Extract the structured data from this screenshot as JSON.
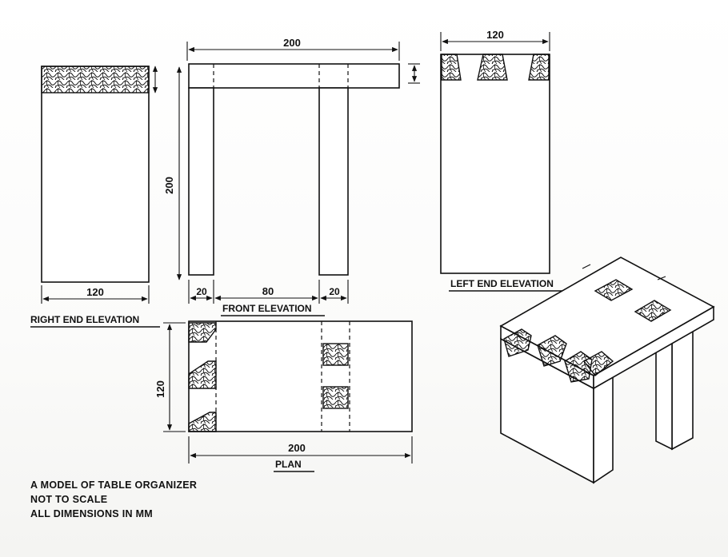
{
  "dimensions": {
    "front_width": "200",
    "front_height": "200",
    "end_width": "120",
    "leg_left": "20",
    "leg_gap": "80",
    "leg_right": "20",
    "plan_width": "200",
    "plan_depth": "120",
    "right_end_width": "120"
  },
  "labels": {
    "right_end": "RIGHT  END ELEVATION",
    "front": "FRONT  ELEVATION",
    "left_end": "LEFT END ELEVATION",
    "plan": "PLAN"
  },
  "notes": {
    "line1": "A MODEL OF TABLE ORGANIZER",
    "line2": "NOT TO SCALE",
    "line3": "ALL DIMENSIONS IN MM"
  }
}
